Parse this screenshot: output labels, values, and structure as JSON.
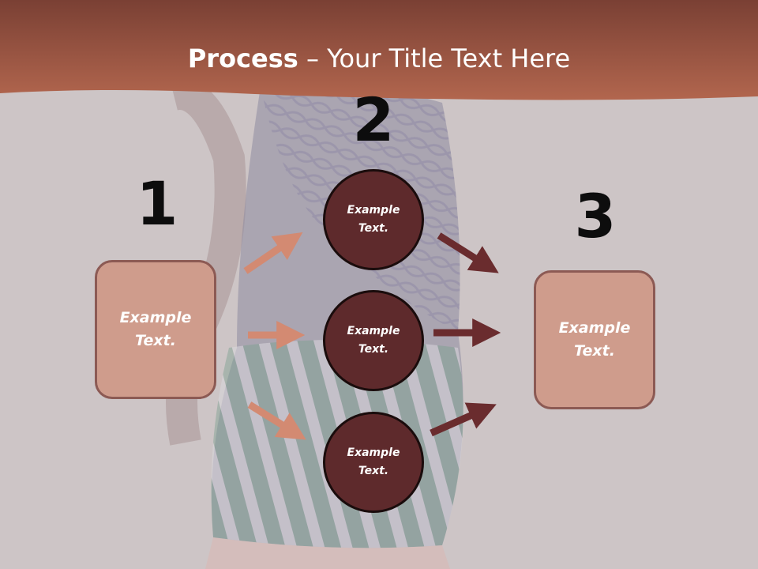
{
  "slide": {
    "title_bold": "Process",
    "title_rest": " – Your Title Text Here"
  },
  "steps": [
    {
      "number": "1",
      "line1": "Example",
      "line2": "Text."
    },
    {
      "number": "2"
    },
    {
      "number": "3",
      "line1": "Example",
      "line2": "Text."
    }
  ],
  "circles": [
    {
      "line1": "Example",
      "line2": "Text."
    },
    {
      "line1": "Example",
      "line2": "Text."
    },
    {
      "line1": "Example",
      "line2": "Text."
    }
  ],
  "colors": {
    "header": "#b0624a",
    "box_fill": "#cf9c8c",
    "circle_fill": "#5e2a2c",
    "arrow_light": "#d38a72",
    "arrow_dark": "#6a2c2e",
    "background": "#cdc5c6"
  }
}
